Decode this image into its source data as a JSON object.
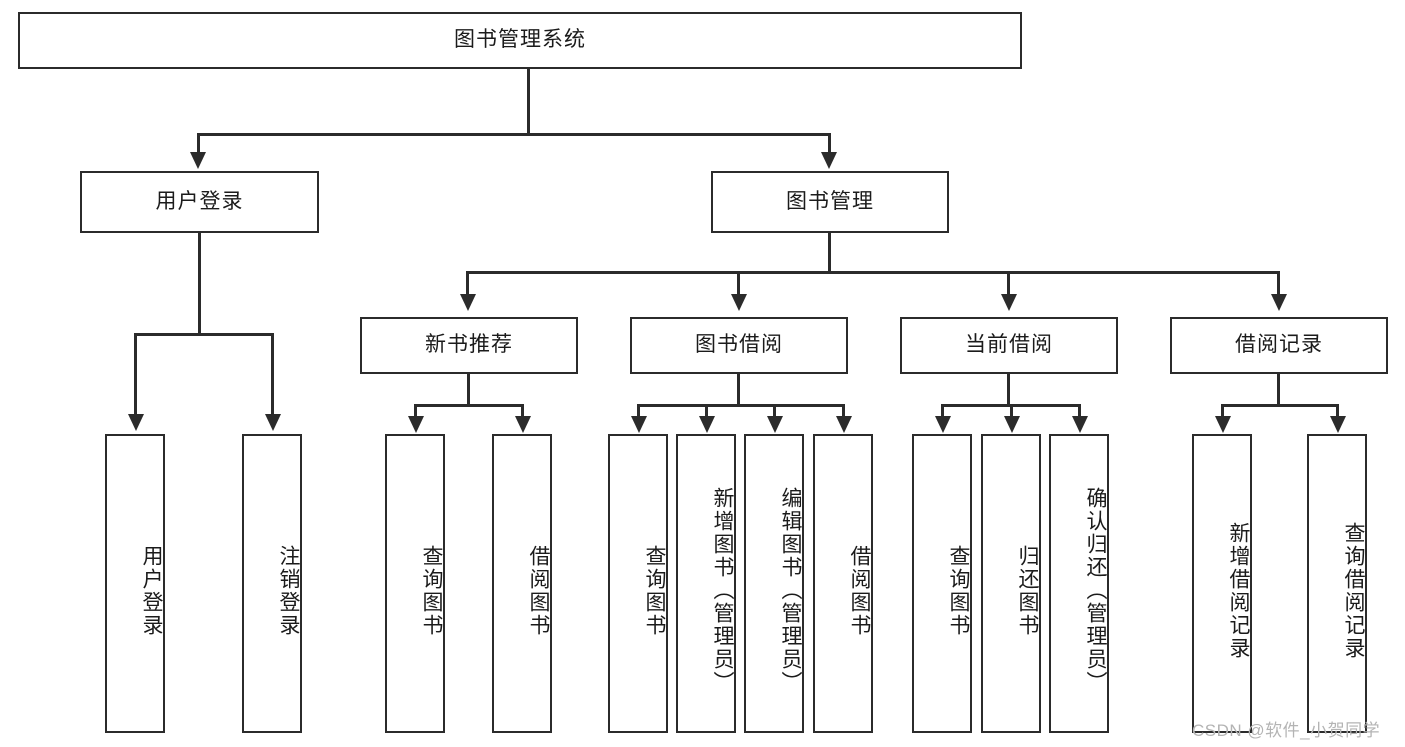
{
  "diagram": {
    "title": "图书管理系统",
    "type": "tree-hierarchy",
    "orientation": "top-down",
    "box_fill": "#ffffff",
    "box_stroke": "#2b2b2b",
    "text_color": "#1b1b1b"
  },
  "root": {
    "label": "图书管理系统"
  },
  "level2": [
    {
      "label": "用户登录"
    },
    {
      "label": "图书管理"
    }
  ],
  "level3": [
    {
      "label": "新书推荐"
    },
    {
      "label": "图书借阅"
    },
    {
      "label": "当前借阅"
    },
    {
      "label": "借阅记录"
    }
  ],
  "leaves": {
    "user_login": [
      {
        "label": "用户登录"
      },
      {
        "label": "注销登录"
      }
    ],
    "new_book_recommend": [
      {
        "label": "查询图书"
      },
      {
        "label": "借阅图书"
      }
    ],
    "book_borrow": [
      {
        "label": "查询图书"
      },
      {
        "label": "新增图书（管理员）"
      },
      {
        "label": "编辑图书（管理员）"
      },
      {
        "label": "借阅图书"
      }
    ],
    "current_borrow": [
      {
        "label": "查询图书"
      },
      {
        "label": "归还图书"
      },
      {
        "label": "确认归还（管理员）"
      }
    ],
    "borrow_record": [
      {
        "label": "新增借阅记录"
      },
      {
        "label": "查询借阅记录"
      }
    ]
  },
  "watermark": {
    "text": "CSDN @软件_小贺同学"
  }
}
